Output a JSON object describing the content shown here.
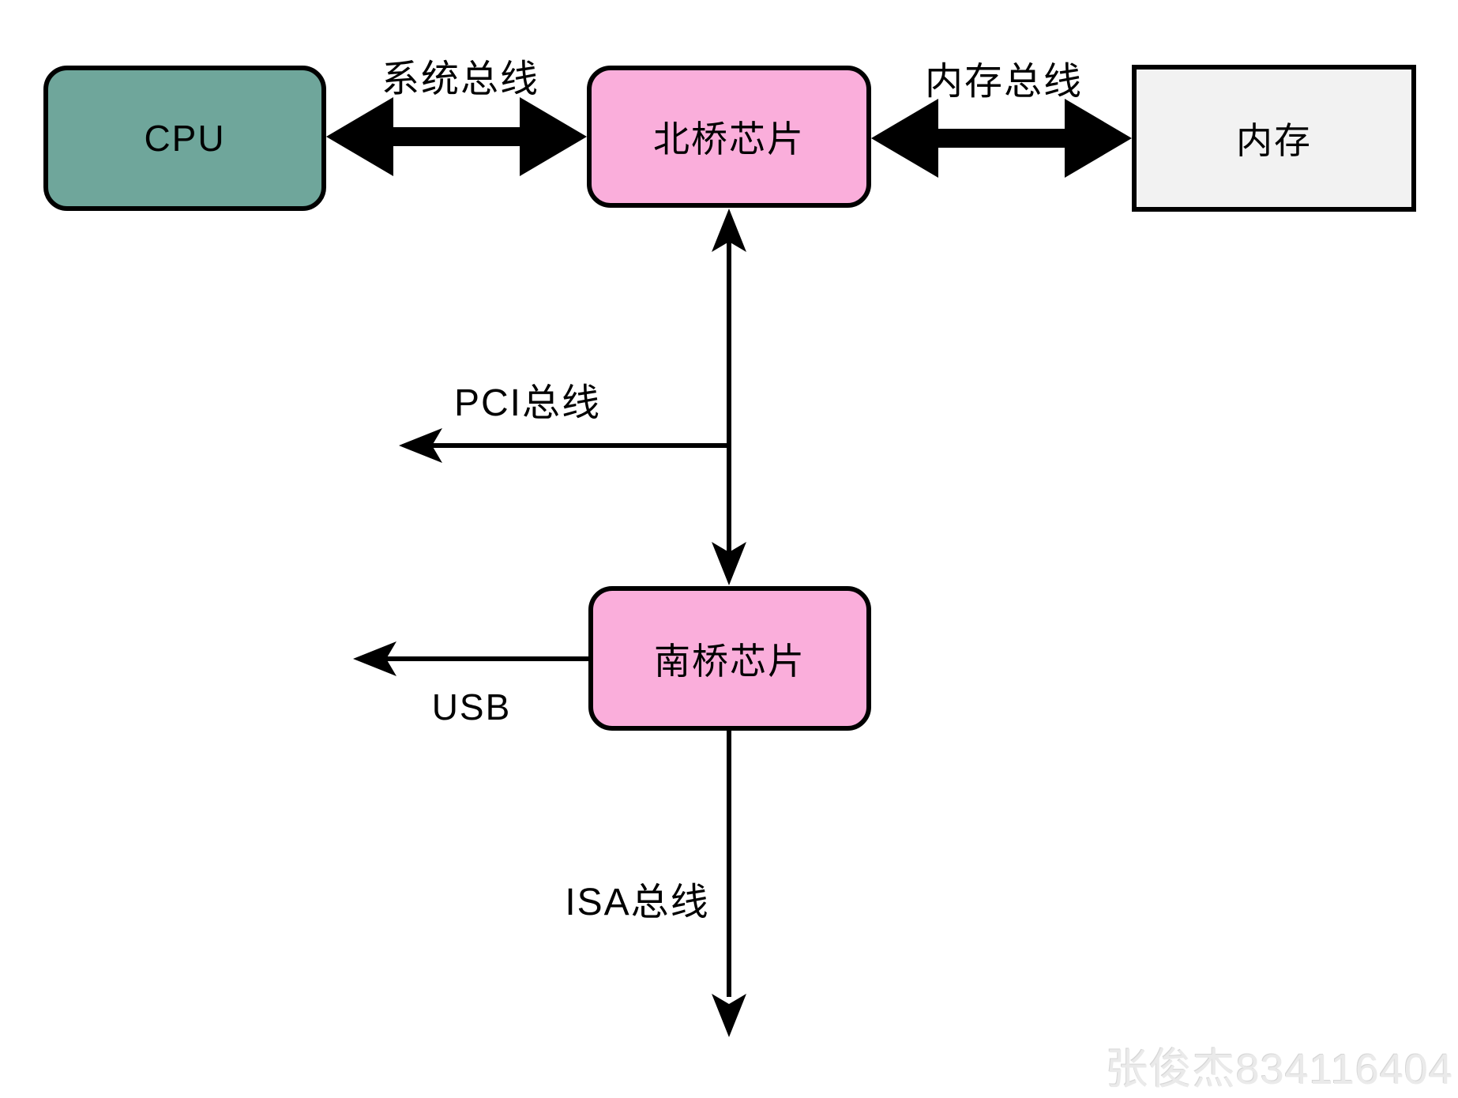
{
  "diagram": {
    "title_hint": "northbridge-southbridge motherboard bus architecture",
    "nodes": {
      "cpu": {
        "label": "CPU",
        "fill": "#6FA69B",
        "shape": "rounded-rect"
      },
      "northbridge": {
        "label": "北桥芯片",
        "fill": "#FAAEDB",
        "shape": "rounded-rect"
      },
      "memory": {
        "label": "内存",
        "fill": "#F2F2F2",
        "shape": "rect"
      },
      "southbridge": {
        "label": "南桥芯片",
        "fill": "#FAAEDB",
        "shape": "rounded-rect"
      }
    },
    "edges": {
      "system_bus": {
        "label": "系统总线",
        "type": "thick-double-arrow",
        "from": "cpu",
        "to": "northbridge"
      },
      "memory_bus": {
        "label": "内存总线",
        "type": "thick-double-arrow",
        "from": "northbridge",
        "to": "memory"
      },
      "bridge_link": {
        "label": "",
        "type": "thin-double-arrow",
        "from": "northbridge",
        "to": "southbridge"
      },
      "pci_bus": {
        "label": "PCI总线",
        "type": "thin-arrow-left",
        "from": "bridge_link",
        "to": "out-left"
      },
      "usb": {
        "label": "USB",
        "type": "thin-arrow-left",
        "from": "southbridge",
        "to": "out-left"
      },
      "isa_bus": {
        "label": "ISA总线",
        "type": "thin-arrow-down",
        "from": "southbridge",
        "to": "out-bottom"
      }
    },
    "watermark": "张俊杰834116404",
    "colors": {
      "background": "#FFFFFF",
      "line": "#000000",
      "border": "#000000",
      "node_teal": "#6FA69B",
      "node_pink": "#FAAEDB",
      "node_gray": "#F2F2F2",
      "watermark_gray": "#EAEAEA"
    }
  }
}
